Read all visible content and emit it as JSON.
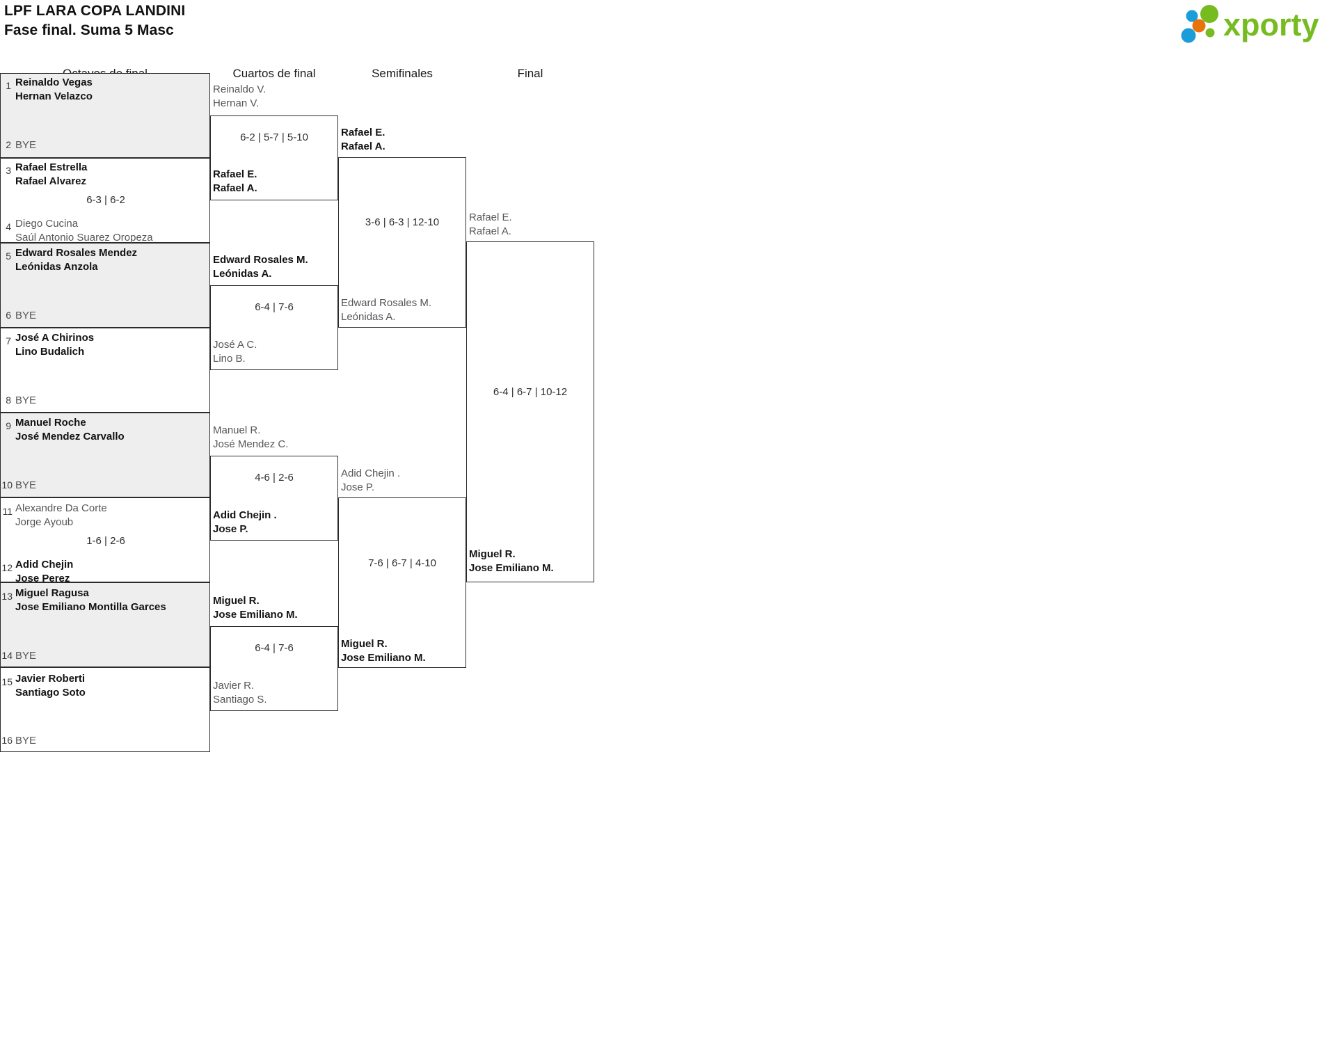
{
  "header": {
    "title_line1": "LPF LARA COPA LANDINI",
    "title_line2": "Fase final. Suma 5 Masc",
    "logo_text": "xporty",
    "logo_colors": {
      "green": "#76bc21",
      "blue": "#1b9dd9",
      "orange": "#e8730c"
    }
  },
  "rounds": [
    {
      "label": "Octavos de final"
    },
    {
      "label": "Cuartos de final"
    },
    {
      "label": "Semifinales"
    },
    {
      "label": "Final"
    }
  ],
  "round1": {
    "slots": [
      {
        "seed": "1",
        "p1": "Reinaldo Vegas",
        "p2": "Hernan Velazco",
        "state": "win"
      },
      {
        "seed": "2",
        "p1": "BYE",
        "p2": "",
        "state": "bye"
      },
      {
        "seed": "3",
        "p1": "Rafael Estrella",
        "p2": "Rafael Alvarez",
        "state": "win"
      },
      {
        "seed": "4",
        "p1": "Diego Cucina",
        "p2": "Saúl Antonio Suarez Oropeza",
        "state": "lose"
      },
      {
        "seed": "5",
        "p1": "Edward Rosales Mendez",
        "p2": "Leónidas Anzola",
        "state": "win"
      },
      {
        "seed": "6",
        "p1": "BYE",
        "p2": "",
        "state": "bye"
      },
      {
        "seed": "7",
        "p1": "José A Chirinos",
        "p2": "Lino Budalich",
        "state": "win"
      },
      {
        "seed": "8",
        "p1": "BYE",
        "p2": "",
        "state": "bye"
      },
      {
        "seed": "9",
        "p1": "Manuel Roche",
        "p2": "José Mendez Carvallo",
        "state": "win"
      },
      {
        "seed": "10",
        "p1": "BYE",
        "p2": "",
        "state": "bye"
      },
      {
        "seed": "11",
        "p1": "Alexandre Da Corte",
        "p2": "Jorge Ayoub",
        "state": "lose"
      },
      {
        "seed": "12",
        "p1": "Adid Chejin",
        "p2": "Jose Perez",
        "state": "win"
      },
      {
        "seed": "13",
        "p1": "Miguel Ragusa",
        "p2": "Jose Emiliano Montilla Garces",
        "state": "win"
      },
      {
        "seed": "14",
        "p1": "BYE",
        "p2": "",
        "state": "bye"
      },
      {
        "seed": "15",
        "p1": "Javier Roberti",
        "p2": "Santiago Soto",
        "state": "win"
      },
      {
        "seed": "16",
        "p1": "BYE",
        "p2": "",
        "state": "bye"
      }
    ],
    "scores": [
      {
        "value": ""
      },
      {
        "value": "6-3 | 6-2"
      },
      {
        "value": ""
      },
      {
        "value": ""
      },
      {
        "value": ""
      },
      {
        "value": "1-6 | 2-6"
      },
      {
        "value": ""
      },
      {
        "value": ""
      }
    ]
  },
  "round2": {
    "slots": [
      {
        "p1": "Reinaldo V.",
        "p2": "Hernan V.",
        "state": "lose"
      },
      {
        "p1": "Rafael E.",
        "p2": "Rafael A.",
        "state": "win"
      },
      {
        "p1": "Edward Rosales M.",
        "p2": "Leónidas A.",
        "state": "win"
      },
      {
        "p1": "José A C.",
        "p2": "Lino B.",
        "state": "lose"
      },
      {
        "p1": "Manuel R.",
        "p2": "José Mendez C.",
        "state": "lose"
      },
      {
        "p1": "Adid Chejin .",
        "p2": "Jose P.",
        "state": "win"
      },
      {
        "p1": "Miguel R.",
        "p2": "Jose Emiliano M.",
        "state": "win"
      },
      {
        "p1": "Javier R.",
        "p2": "Santiago S.",
        "state": "lose"
      }
    ],
    "scores": [
      {
        "value": "6-2 | 5-7 | 5-10"
      },
      {
        "value": "6-4 | 7-6"
      },
      {
        "value": "4-6 | 2-6"
      },
      {
        "value": "6-4 | 7-6"
      }
    ]
  },
  "round3": {
    "slots": [
      {
        "p1": "Rafael E.",
        "p2": "Rafael A.",
        "state": "win"
      },
      {
        "p1": "Edward Rosales M.",
        "p2": "Leónidas A.",
        "state": "lose"
      },
      {
        "p1": "Adid Chejin .",
        "p2": "Jose P.",
        "state": "lose"
      },
      {
        "p1": "Miguel R.",
        "p2": "Jose Emiliano M.",
        "state": "win"
      }
    ],
    "scores": [
      {
        "value": "3-6 | 6-3 | 12-10"
      },
      {
        "value": "7-6 | 6-7 | 4-10"
      }
    ]
  },
  "round4": {
    "slots": [
      {
        "p1": "Rafael E.",
        "p2": "Rafael A.",
        "state": "lose"
      },
      {
        "p1": "Miguel R.",
        "p2": "Jose Emiliano M.",
        "state": "win"
      }
    ],
    "scores": [
      {
        "value": "6-4 | 6-7 | 10-12"
      }
    ]
  }
}
